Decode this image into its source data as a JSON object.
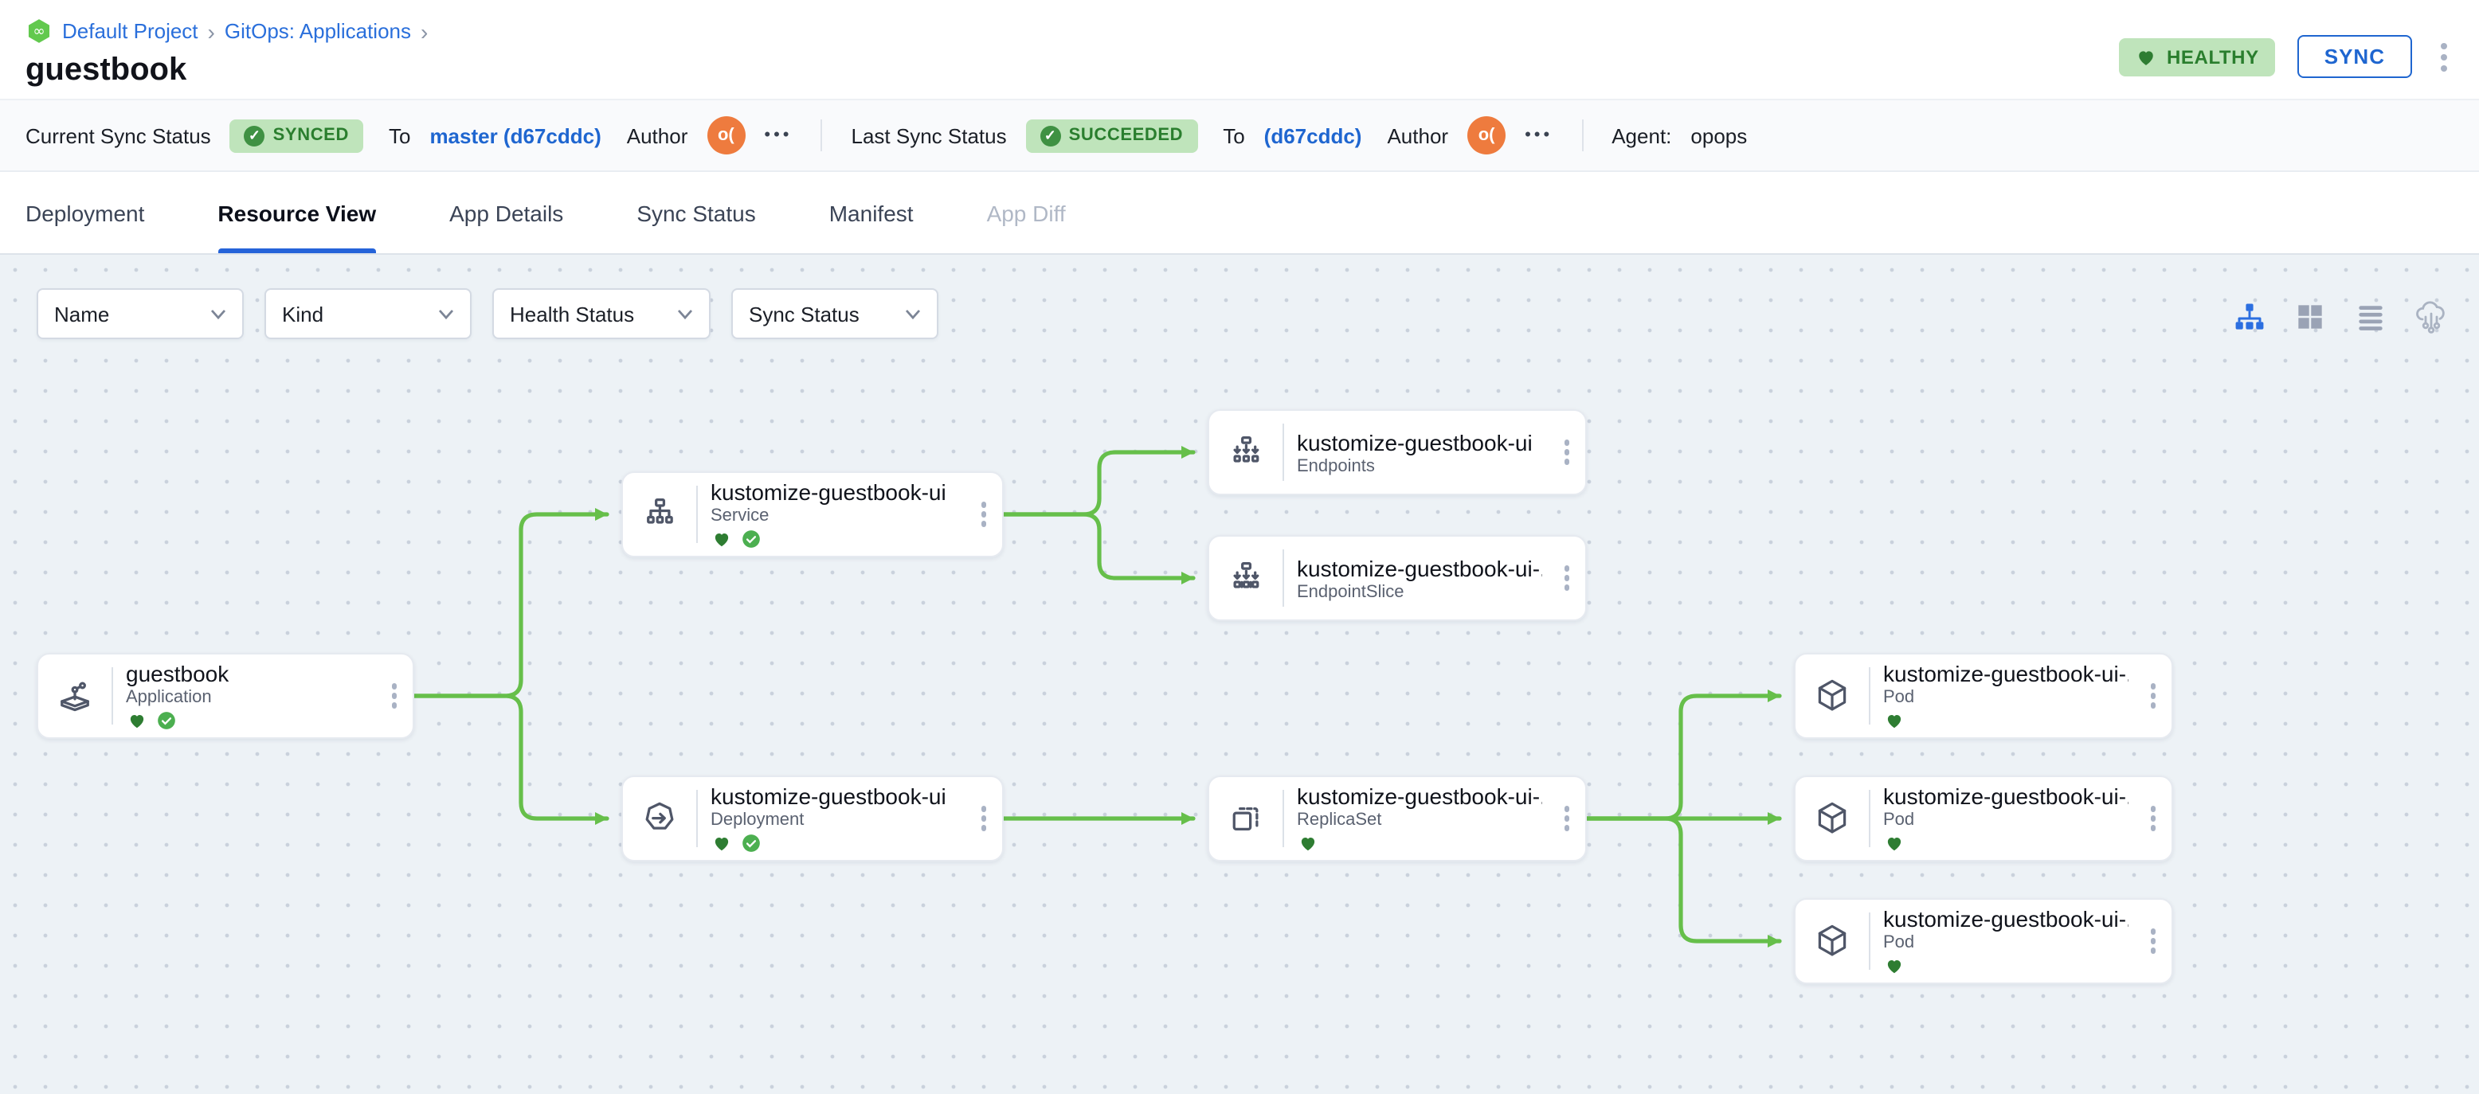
{
  "breadcrumb": {
    "project": "Default Project",
    "section": "GitOps: Applications",
    "separator": "›",
    "project_icon": "infinity-hexagon-icon"
  },
  "page": {
    "title": "guestbook"
  },
  "header": {
    "health_badge": "HEALTHY",
    "sync_button": "SYNC",
    "more_menu_icon": "kebab-menu-icon"
  },
  "status_bar": {
    "current": {
      "label": "Current Sync Status",
      "badge": "SYNCED",
      "to_label": "To",
      "target": "master (d67cddc)",
      "author_label": "Author",
      "author_initials": "o(",
      "more": "•••"
    },
    "last": {
      "label": "Last Sync Status",
      "badge": "SUCCEEDED",
      "to_label": "To",
      "target": "(d67cddc)",
      "author_label": "Author",
      "author_initials": "o(",
      "more": "•••"
    },
    "agent": {
      "label": "Agent:",
      "value": "opops"
    }
  },
  "tabs": [
    {
      "label": "Deployment",
      "state": "normal"
    },
    {
      "label": "Resource View",
      "state": "active"
    },
    {
      "label": "App Details",
      "state": "normal"
    },
    {
      "label": "Sync Status",
      "state": "normal"
    },
    {
      "label": "Manifest",
      "state": "normal"
    },
    {
      "label": "App Diff",
      "state": "disabled"
    }
  ],
  "filters": [
    {
      "label": "Name"
    },
    {
      "label": "Kind"
    },
    {
      "label": "Health Status"
    },
    {
      "label": "Sync Status"
    }
  ],
  "view_toggles": [
    {
      "icon": "tree-view-icon",
      "active": true
    },
    {
      "icon": "grid-view-icon",
      "active": false
    },
    {
      "icon": "list-view-icon",
      "active": false
    },
    {
      "icon": "cloud-deploy-view-icon",
      "active": false
    }
  ],
  "nodes": [
    {
      "title": "guestbook",
      "kind": "Application",
      "icon": "application-icon",
      "healthy": true,
      "synced": true
    },
    {
      "title": "kustomize-guestbook-ui",
      "kind": "Service",
      "icon": "service-icon",
      "healthy": true,
      "synced": true
    },
    {
      "title": "kustomize-guestbook-ui",
      "kind": "Endpoints",
      "icon": "endpoints-icon",
      "healthy": false,
      "synced": false
    },
    {
      "title": "kustomize-guestbook-ui-...",
      "kind": "EndpointSlice",
      "icon": "endpointslice-icon",
      "healthy": false,
      "synced": false
    },
    {
      "title": "kustomize-guestbook-ui",
      "kind": "Deployment",
      "icon": "deployment-icon",
      "healthy": true,
      "synced": true
    },
    {
      "title": "kustomize-guestbook-ui-...",
      "kind": "ReplicaSet",
      "icon": "replicaset-icon",
      "healthy": true,
      "synced": false
    },
    {
      "title": "kustomize-guestbook-ui-...",
      "kind": "Pod",
      "icon": "pod-icon",
      "healthy": true,
      "synced": false
    },
    {
      "title": "kustomize-guestbook-ui-...",
      "kind": "Pod",
      "icon": "pod-icon",
      "healthy": true,
      "synced": false
    },
    {
      "title": "kustomize-guestbook-ui-...",
      "kind": "Pod",
      "icon": "pod-icon",
      "healthy": true,
      "synced": false
    }
  ],
  "colors": {
    "accent_blue": "#1f66d0",
    "tab_underline": "#2563d9",
    "edge_green": "#66bf4a",
    "heart_green": "#2e7d32",
    "check_green": "#4caf50",
    "badge_bg": "#bfe4bb",
    "badge_text": "#2a7e2e",
    "avatar_orange": "#ee7b3e",
    "canvas_bg": "#edf2f6"
  }
}
